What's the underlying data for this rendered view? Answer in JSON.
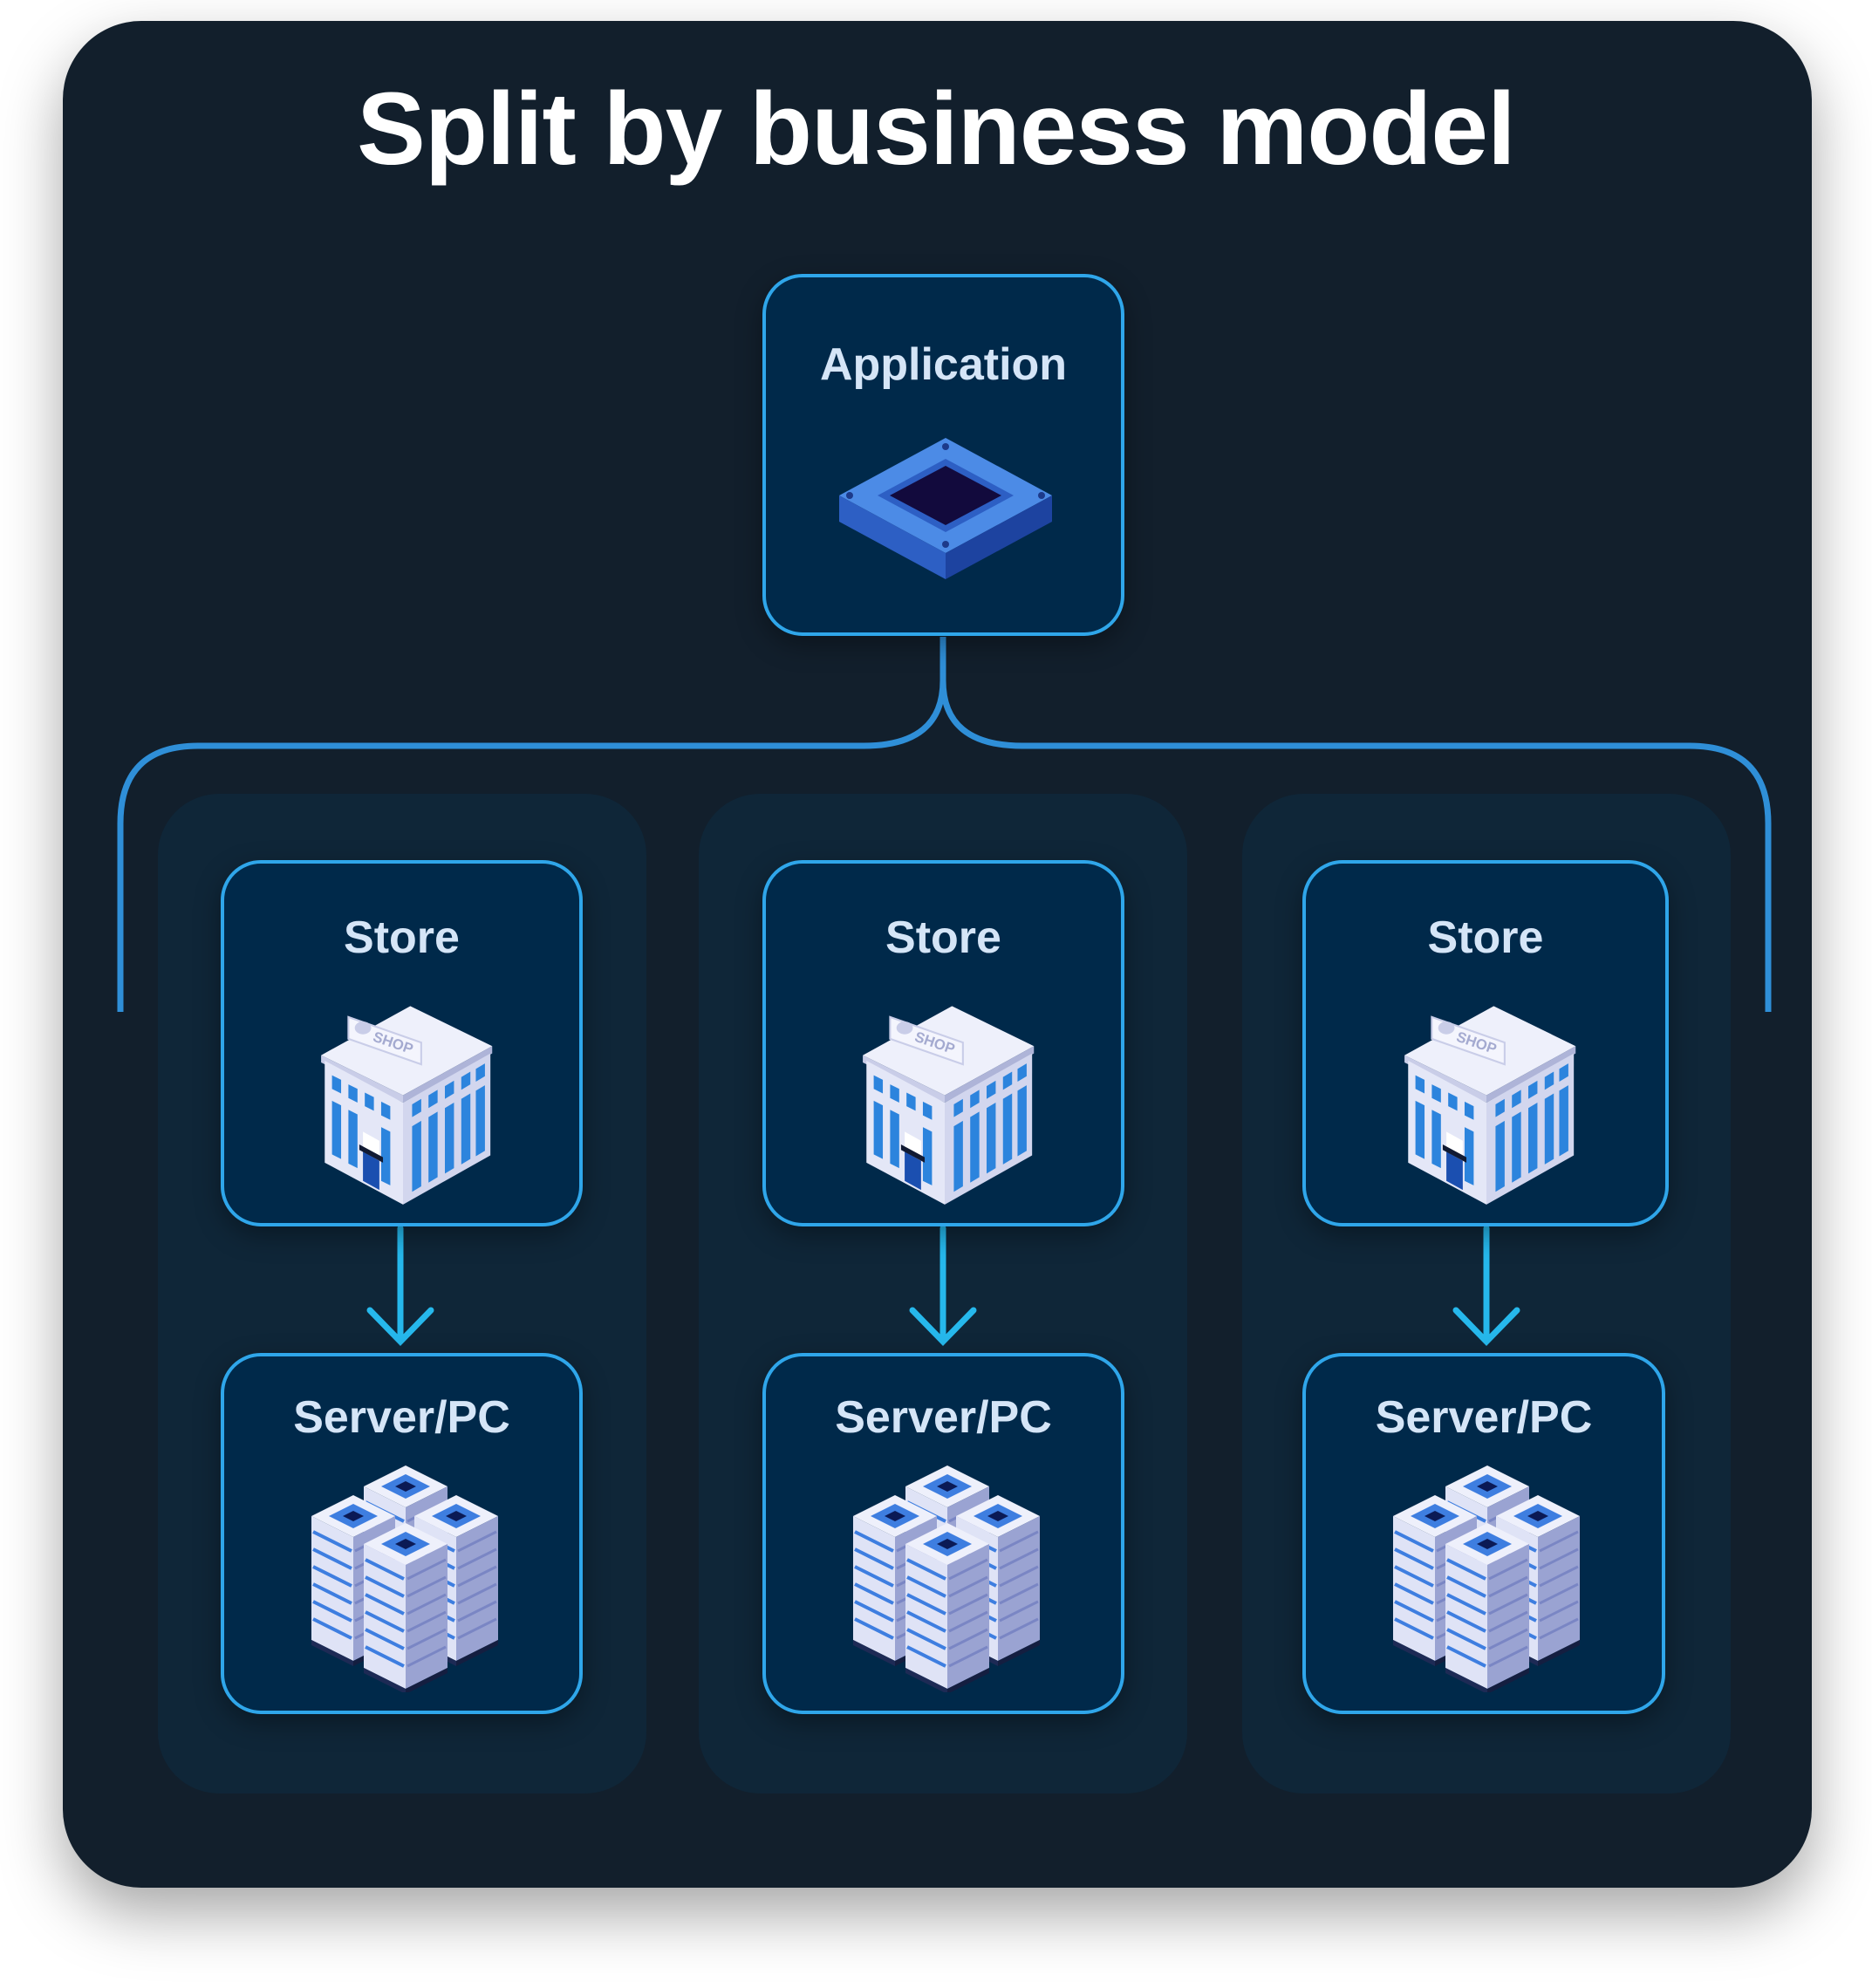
{
  "title": "Split by business model",
  "root": {
    "label": "Application",
    "icon": "app-chip-icon"
  },
  "branches": [
    {
      "store_label": "Store",
      "store_icon": "shop-building-icon",
      "store_sign": "SHOP",
      "server_label": "Server/PC",
      "server_icon": "server-rack-cluster-icon"
    },
    {
      "store_label": "Store",
      "store_icon": "shop-building-icon",
      "store_sign": "SHOP",
      "server_label": "Server/PC",
      "server_icon": "server-rack-cluster-icon"
    },
    {
      "store_label": "Store",
      "store_icon": "shop-building-icon",
      "store_sign": "SHOP",
      "server_label": "Server/PC",
      "server_icon": "server-rack-cluster-icon"
    }
  ],
  "colors": {
    "background": "#121f2c",
    "column": "#0f2638",
    "node_fill": "#00294a",
    "node_border": "#2fa6ea",
    "connector": "#2f8fd8",
    "arrow": "#26b8ec",
    "label": "#d5e5f7"
  }
}
